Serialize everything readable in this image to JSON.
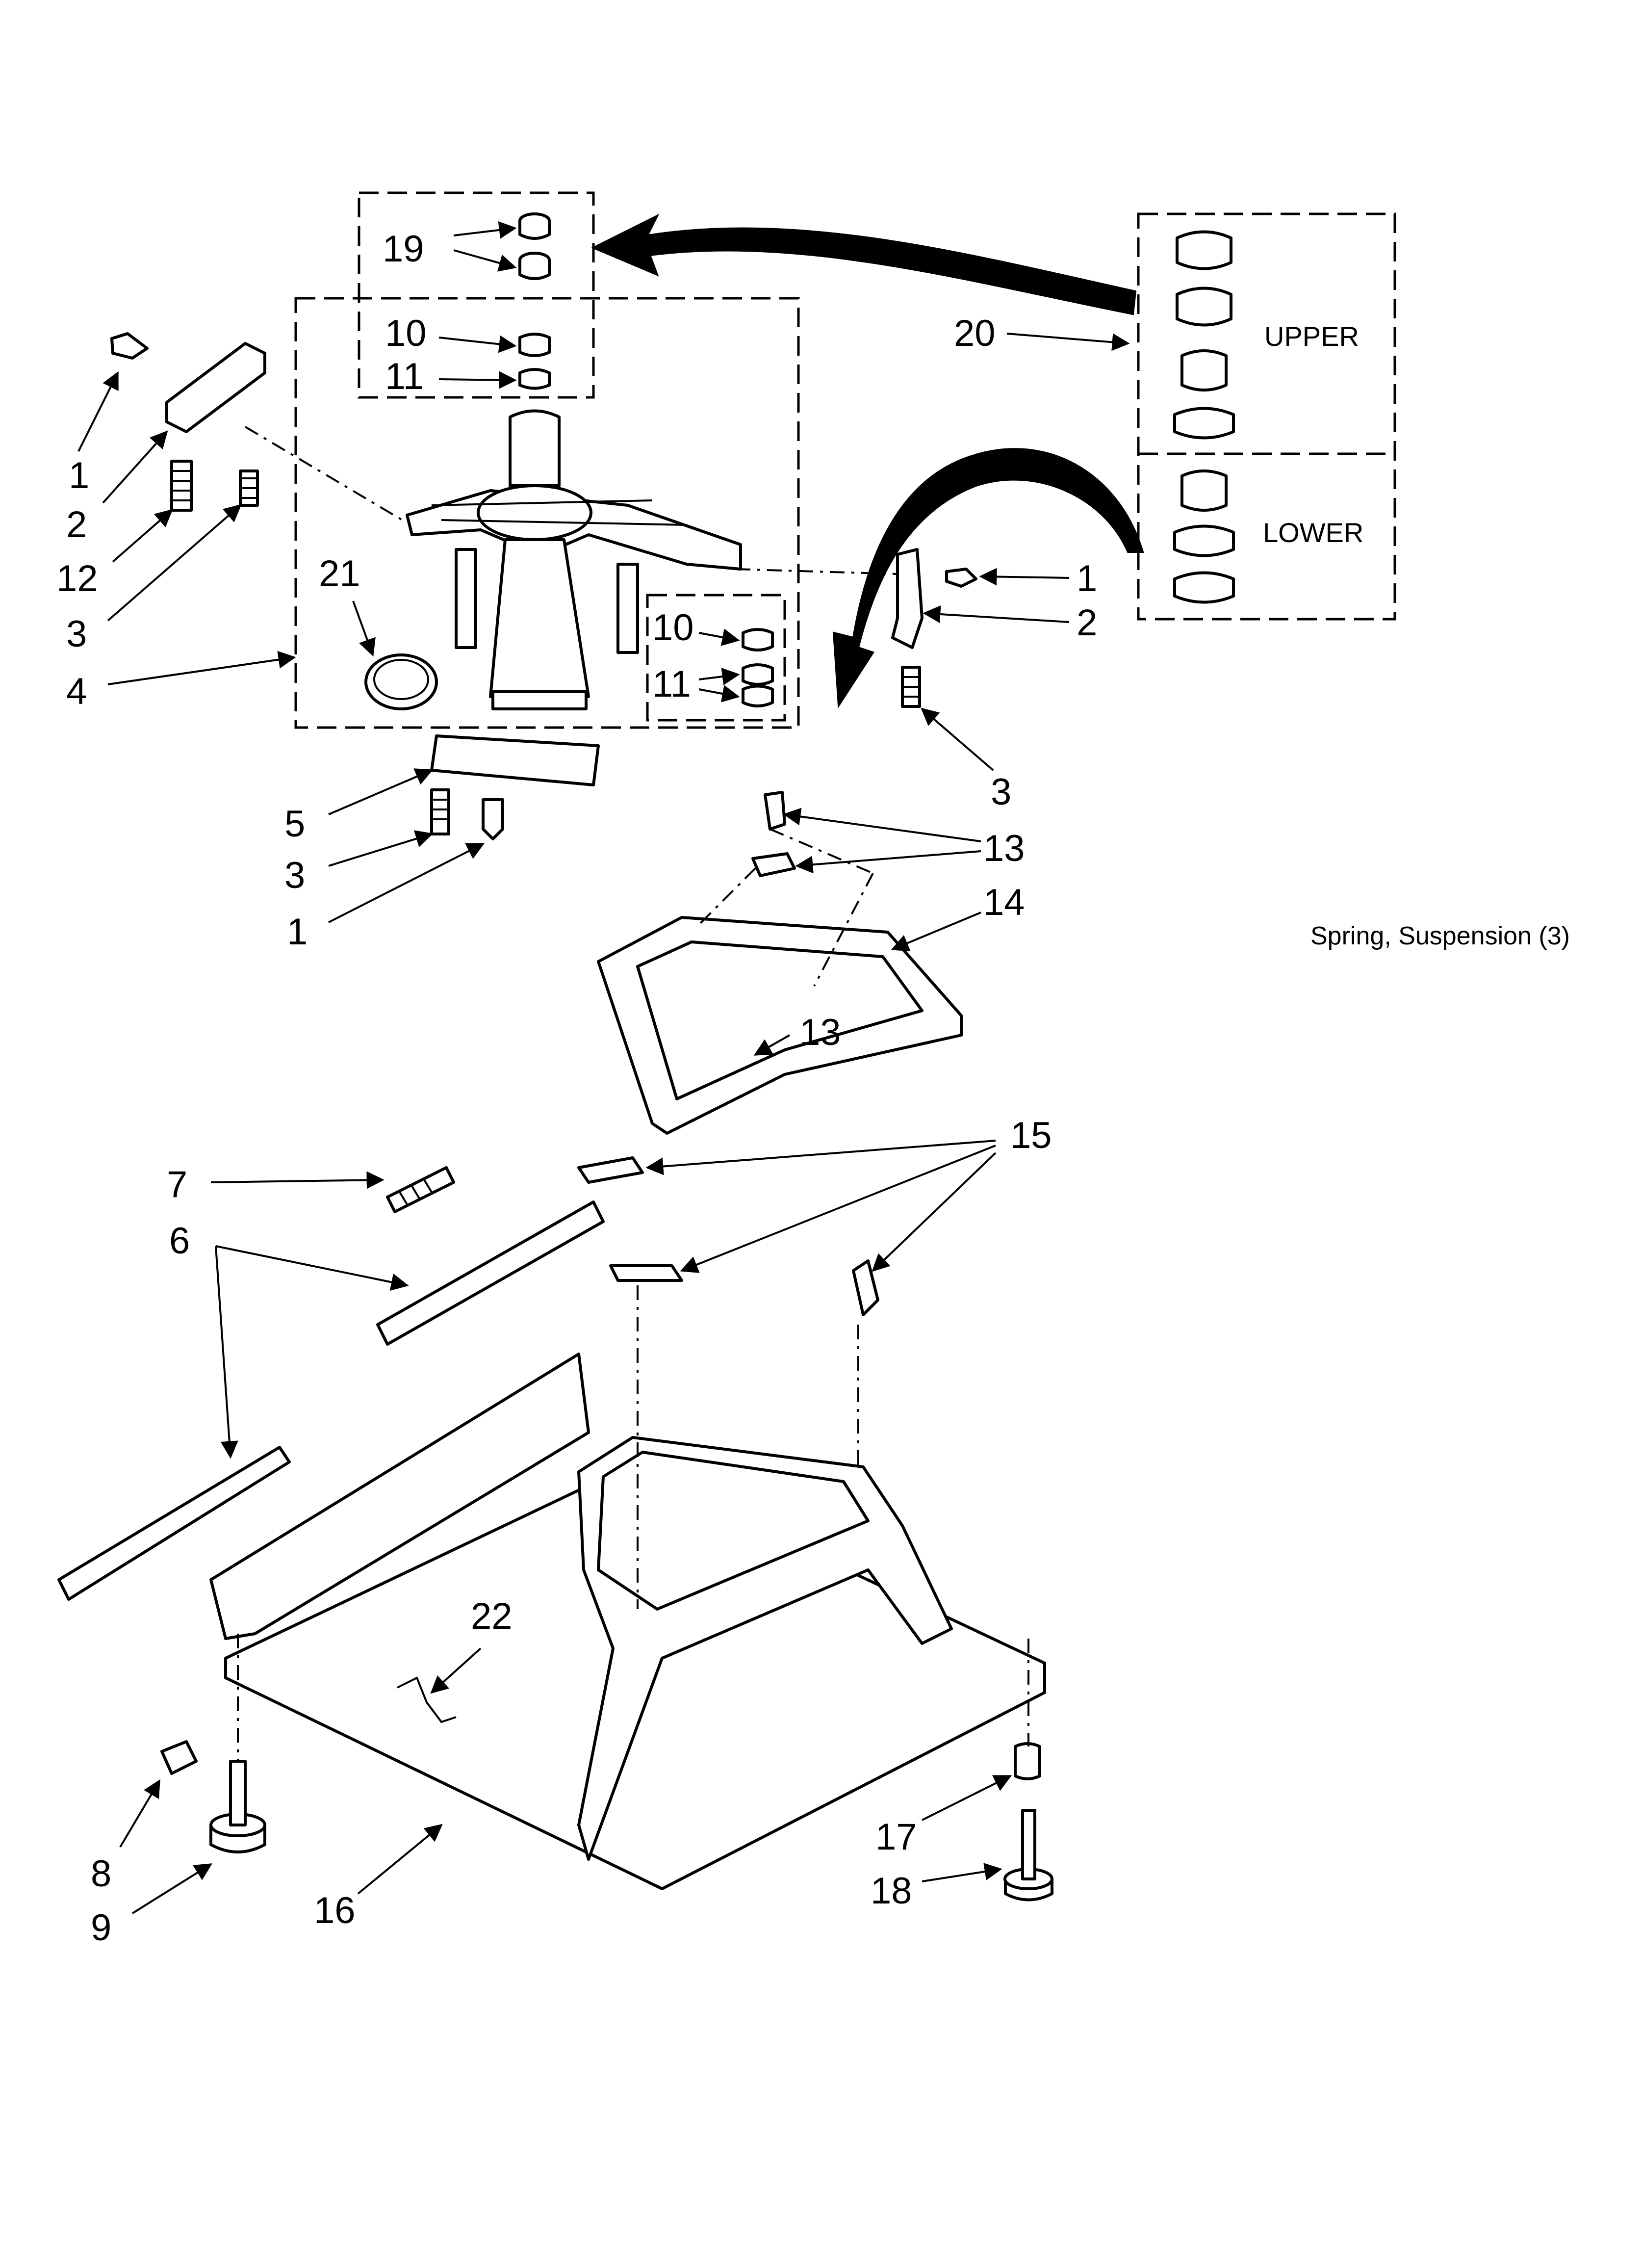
{
  "callouts": {
    "c1_left": "1",
    "c2_left": "2",
    "c12": "12",
    "c3_left": "3",
    "c4": "4",
    "c19": "19",
    "c10_top": "10",
    "c11_top": "11",
    "c21": "21",
    "c10_mid": "10",
    "c11_mid": "11",
    "c20": "20",
    "c1_right": "1",
    "c2_right": "2",
    "c3_right": "3",
    "c5": "5",
    "c3_bottom": "3",
    "c1_bottom": "1",
    "c13_top": "13",
    "c14": "14",
    "c13_mid": "13",
    "c7": "7",
    "c6": "6",
    "c15": "15",
    "c22": "22",
    "c8": "8",
    "c9": "9",
    "c16": "16",
    "c17": "17",
    "c18": "18"
  },
  "groups": {
    "upper_label": "UPPER",
    "lower_label": "LOWER"
  },
  "note": "Spring, Suspension (3)"
}
